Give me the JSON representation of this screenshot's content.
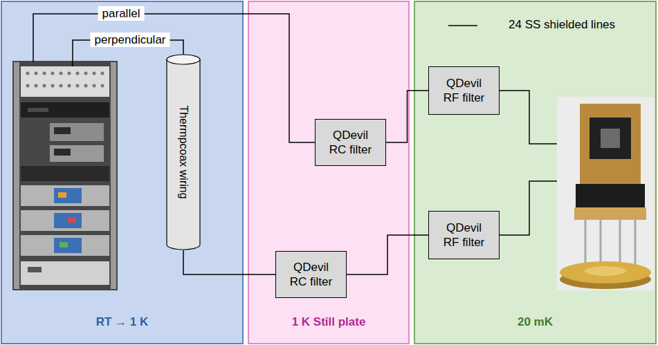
{
  "diagram": {
    "nodes": [
      {
        "text": [
          "RT → 1 K"
        ]
      },
      {
        "text": [
          "1 K Still plate"
        ]
      },
      {
        "text": [
          "20 mK"
        ]
      },
      {
        "text": [
          "Thermpcoax wiring"
        ],
        "in": 0
      },
      {
        "text": [
          "QDevil RC filter"
        ],
        "in": 1
      },
      {
        "text": [
          "QDevil RC filter"
        ],
        "in": 1
      },
      {
        "text": [
          "QDevil RF filter"
        ],
        "in": 2
      },
      {
        "text": [
          "QDevil RF filter"
        ],
        "in": 2
      }
    ],
    "edges": [
      {
        "from": 4,
        "to": 6,
        "arrow": "none"
      },
      {
        "from": 3,
        "to": 5,
        "arrow": "none"
      },
      {
        "from": 5,
        "to": 7,
        "arrow": "none"
      }
    ],
    "labels": [
      "parallel",
      "perpendicular"
    ],
    "legend": [
      {
        "text": "24 SS shielded lines"
      }
    ]
  }
}
